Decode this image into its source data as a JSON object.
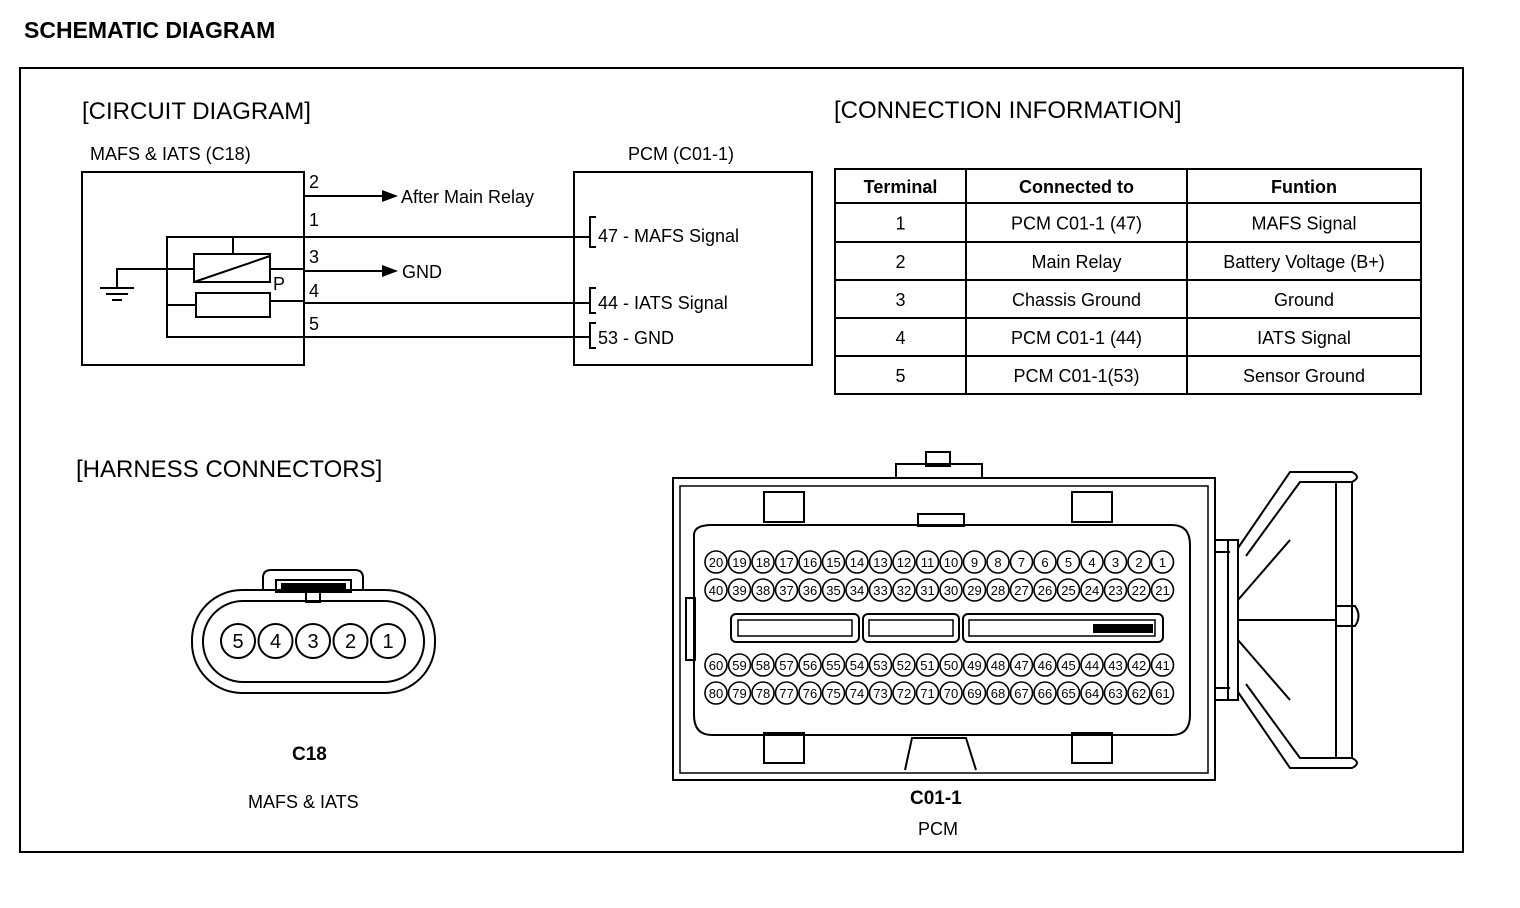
{
  "page_title": "SCHEMATIC DIAGRAM",
  "circuit": {
    "heading": "[CIRCUIT DIAGRAM]",
    "sensor_label": "MAFS & IATS (C18)",
    "pcm_label": "PCM (C01-1)",
    "sensor_pins": [
      "2",
      "1",
      "3",
      "4",
      "5"
    ],
    "p_mark": "P",
    "after_main_relay": "After Main Relay",
    "gnd": "GND",
    "pcm_pins": [
      "47 - MAFS Signal",
      "44 - IATS Signal",
      "53 - GND"
    ]
  },
  "connection": {
    "heading": "[CONNECTION INFORMATION]",
    "headers": [
      "Terminal",
      "Connected to",
      "Funtion"
    ],
    "rows": [
      [
        "1",
        "PCM C01-1 (47)",
        "MAFS Signal"
      ],
      [
        "2",
        "Main Relay",
        "Battery Voltage (B+)"
      ],
      [
        "3",
        "Chassis Ground",
        "Ground"
      ],
      [
        "4",
        "PCM C01-1 (44)",
        "IATS Signal"
      ],
      [
        "5",
        "PCM C01-1(53)",
        "Sensor Ground"
      ]
    ]
  },
  "harness": {
    "heading": "[HARNESS CONNECTORS]",
    "c18_pins": [
      "5",
      "4",
      "3",
      "2",
      "1"
    ],
    "c18_id": "C18",
    "c18_name": "MAFS & IATS",
    "pcm_id": "C01-1",
    "pcm_name": "PCM",
    "pcm_rows": [
      [
        "20",
        "19",
        "18",
        "17",
        "16",
        "15",
        "14",
        "13",
        "12",
        "11",
        "10",
        "9",
        "8",
        "7",
        "6",
        "5",
        "4",
        "3",
        "2",
        "1"
      ],
      [
        "40",
        "39",
        "38",
        "37",
        "36",
        "35",
        "34",
        "33",
        "32",
        "31",
        "30",
        "29",
        "28",
        "27",
        "26",
        "25",
        "24",
        "23",
        "22",
        "21"
      ],
      [
        "60",
        "59",
        "58",
        "57",
        "56",
        "55",
        "54",
        "53",
        "52",
        "51",
        "50",
        "49",
        "48",
        "47",
        "46",
        "45",
        "44",
        "43",
        "42",
        "41"
      ],
      [
        "80",
        "79",
        "78",
        "77",
        "76",
        "75",
        "74",
        "73",
        "72",
        "71",
        "70",
        "69",
        "68",
        "67",
        "66",
        "65",
        "64",
        "63",
        "62",
        "61"
      ]
    ]
  }
}
